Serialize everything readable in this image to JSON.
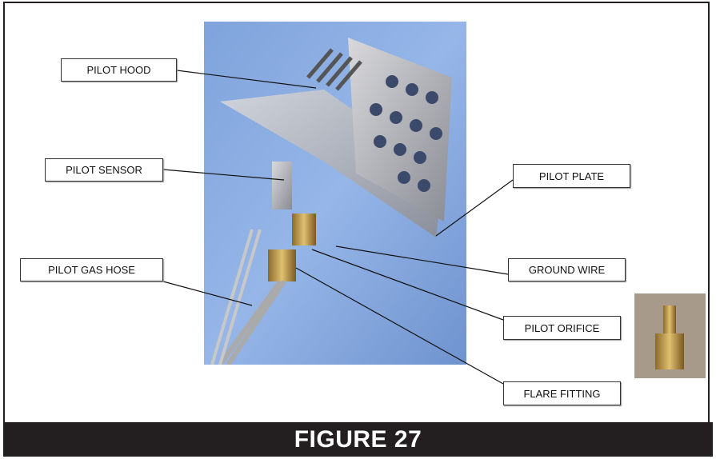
{
  "figure": {
    "caption": "FIGURE 27"
  },
  "labels": {
    "pilot_hood": "PILOT HOOD",
    "pilot_sensor": "PILOT SENSOR",
    "pilot_gas_hose": "PILOT GAS HOSE",
    "pilot_plate": "PILOT PLATE",
    "ground_wire": "GROUND WIRE",
    "pilot_orifice": "PILOT ORIFICE",
    "flare_fitting": "FLARE FITTING"
  }
}
